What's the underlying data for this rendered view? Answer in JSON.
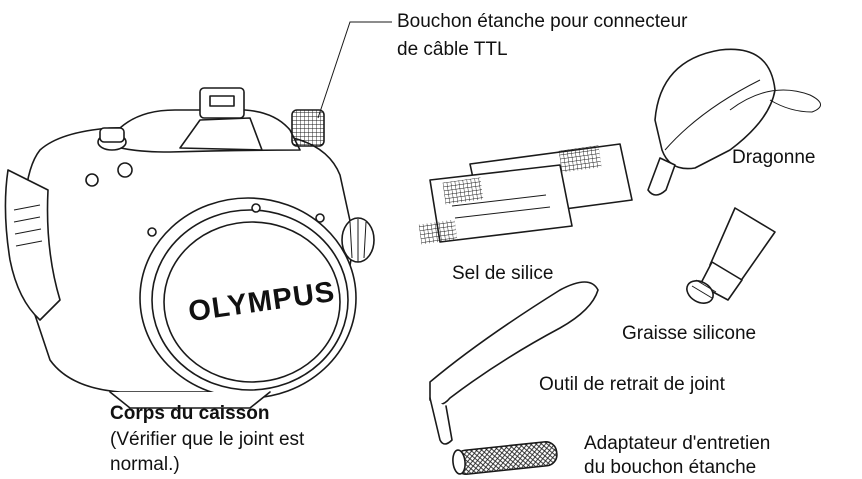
{
  "labels": {
    "plug_line1": "Bouchon étanche pour connecteur",
    "plug_line2": "de câble TTL",
    "strap": "Dragonne",
    "silica": "Sel de silice",
    "grease": "Graisse silicone",
    "tool": "Outil de retrait de joint",
    "body_title": "Corps du caisson",
    "body_note1": "(Vérifier que le joint est",
    "body_note2": "normal.)",
    "adapter_line1": "Adaptateur d'entretien",
    "adapter_line2": "du bouchon étanche"
  },
  "brand": {
    "logo_text": "OLYMPUS"
  }
}
